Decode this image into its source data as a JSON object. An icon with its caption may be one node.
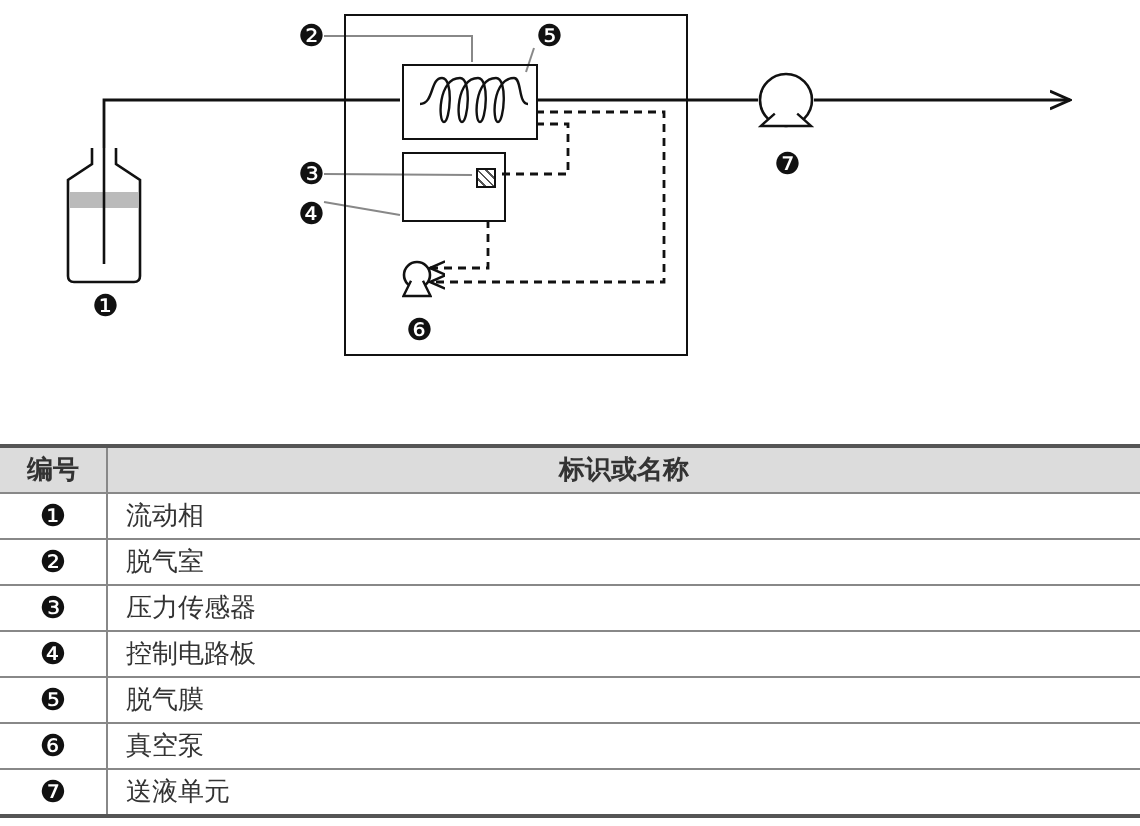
{
  "diagram": {
    "nodes": [
      {
        "text": [
          "❷"
        ]
      },
      {
        "text": [
          "❺"
        ],
        "in": 5
      },
      {
        "text": [
          "❸"
        ]
      },
      {
        "text": [
          "❹"
        ]
      },
      {
        "text": [],
        "shape": "bottle",
        "beside": [
          "❶"
        ]
      },
      {
        "text": [],
        "shape": "box"
      },
      {
        "text": [],
        "shape": "box",
        "in": 5
      },
      {
        "text": [],
        "shape": "coil",
        "in": 6
      },
      {
        "text": [],
        "shape": "box",
        "in": 5
      },
      {
        "text": [],
        "shape": "box",
        "in": 8
      },
      {
        "text": [],
        "shape": "pump",
        "in": 5,
        "beside": [
          "❻"
        ]
      },
      {
        "text": [],
        "shape": "pump",
        "beside": [
          "❼"
        ]
      }
    ],
    "edges": [
      {
        "from": 0,
        "to": 6,
        "arrow": "none",
        "color": "#888888"
      },
      {
        "from": 1,
        "to": 7,
        "arrow": "none",
        "color": "#888888"
      },
      {
        "from": 2,
        "to": 9,
        "arrow": "none",
        "color": "#888888"
      },
      {
        "from": 3,
        "to": 8,
        "arrow": "none",
        "color": "#888888"
      },
      {
        "from": 4,
        "to": 6,
        "arrow": "none"
      },
      {
        "from": 6,
        "to": 11,
        "arrow": "none"
      },
      {
        "from": 11,
        "to": null,
        "arrow": "to"
      },
      {
        "from": 6,
        "to": 9,
        "arrow": "none",
        "style": "dashed"
      },
      {
        "from": 8,
        "to": 10,
        "arrow": "to",
        "style": "dashed"
      },
      {
        "from": 6,
        "to": 10,
        "arrow": "to",
        "style": "dashed"
      }
    ],
    "labels": [
      "编号",
      "标识或名称",
      "❶",
      "流动相",
      "❷",
      "脱气室",
      "❸",
      "压力传感器",
      "❹",
      "控制电路板",
      "❺",
      "脱气膜",
      "❻",
      "真空泵",
      "❼",
      "送液单元"
    ]
  }
}
